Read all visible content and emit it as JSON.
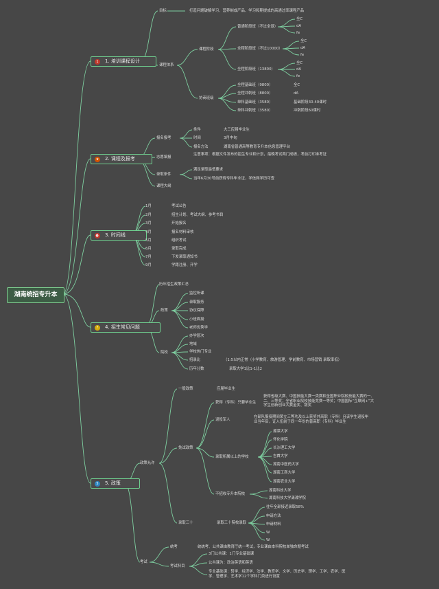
{
  "title": "湖南统招专升本",
  "s1": {
    "icon": "1",
    "label": "1. 培训课程设计",
    "goal": "目标",
    "goal_text": "打造问题破解学习、营养制成产品、学习和期提成的高通过率课程产品",
    "system": "课程体系",
    "ladder": "课程阶段",
    "basic": "普通阶段班（不过全退）",
    "basic_items": [
      "全C",
      "dA",
      "fe"
    ],
    "one": "全程阶段班（不过10000）",
    "one_items": [
      "全C",
      "dA",
      "fe"
    ],
    "vip": "全程阶段班（13800）",
    "vip_items": [
      "全C",
      "dA",
      "fe"
    ],
    "sale": "协商班级",
    "sale_rows": [
      {
        "a": "全程基础班（9800）",
        "b": "全C"
      },
      {
        "a": "全程冲刺班（8800）",
        "b": "dA"
      },
      {
        "a": "单科基础班（3580）",
        "b": "基础阶段30-40课时"
      },
      {
        "a": "单科冲刺班（3580）",
        "b": "冲刺阶段60课时"
      }
    ]
  },
  "s2": {
    "icon": "★",
    "label": "2. 课程及报考",
    "apply": "报名报考",
    "apply_items": [
      {
        "a": "条件",
        "b": "大三应届毕业生"
      },
      {
        "a": "时间",
        "b": "3月中旬"
      },
      {
        "a": "报名方法",
        "b": "湖南省普通高等教育专升本信息管理平台"
      }
    ],
    "exam": "志愿填报",
    "exam_text": "注意事项：根据文件发布的招生专业和计划，最晚考试两门成绩，考前打印准考证",
    "admit": "录取条件",
    "admit_items": [
      "满足录取最低要求",
      "当年6月30号前获得专科毕业证，学信网学历可查"
    ],
    "course": "课程大纲"
  },
  "s3": {
    "icon": "⏰",
    "label": "3. 时间线",
    "rows": [
      {
        "m": "1月",
        "t": "考试公告"
      },
      {
        "m": "2月",
        "t": "招生计划、考试大纲、参考书目"
      },
      {
        "m": "3月",
        "t": "开始报名"
      },
      {
        "m": "4月",
        "t": "报名材料审核"
      },
      {
        "m": "5月",
        "t": "组织考试"
      },
      {
        "m": "6月",
        "t": "录取完成"
      },
      {
        "m": "7月",
        "t": "下发录取通知书"
      },
      {
        "m": "9月",
        "t": "学籍注册、开学"
      }
    ]
  },
  "s4": {
    "icon": "?",
    "label": "4. 招生常见问题",
    "top": "历年招生政策汇总",
    "policy": "政策",
    "policy_items": [
      "监控听课",
      "录取服务",
      "协议保障",
      "小班面授",
      "老师优秀学"
    ],
    "school": "院校",
    "school_items": [
      "办学层次",
      "地域",
      "学校热门专业"
    ],
    "ratio_a": "招录比",
    "ratio_b": "（1:5以内正常（小学教育、旅游管理、学前教育、市场营销 录取率低）",
    "rate_a": "历年分数",
    "rate_b": "录取大学1比1-1比2"
  },
  "s5": {
    "icon": "5",
    "label": "5. 政策",
    "p": "政策允许",
    "normal": "一般政策",
    "normal_text": "应届毕业生",
    "cond": "免试政策",
    "c1": "获得（专科）只要毕业生",
    "c1_text": "获得省级大赛、中国技能大赛一类赛和全国职业院校技能大赛的一、二、三等奖；全省职业院校技能竞赛一等奖；中国国际“互联网+”大学生创新创业大赛金奖、银奖",
    "c2": "退役军人",
    "c2_text": "在部队服役期间荣立三等功及以上获奖并高职（专科）且该学生退役毕业当年后，证入伍前于同一年份的普高职（专科）毕业生",
    "c3": "录取所属以上的学校",
    "schools": [
      "湘潭大学",
      "怀化学院",
      "长沙理工大学",
      "吉首大学",
      "湖南中医药大学",
      "湖南工商大学",
      "湖南农业大学"
    ],
    "c4": "不招收专升本院校",
    "c4_items": [
      "湖南科技大学",
      "湖南科技大学潇湘学院"
    ],
    "admit": "录取三十",
    "admit_a": "录取三十院校录取",
    "admit_items": [
      "往年全部接近录取58%",
      "申请方法",
      "申请材料",
      "W",
      "W"
    ],
    "exam": "考试",
    "e1": "统考",
    "e1_text": "统统考、公共课由教育厅统一考试，专业课由本科院校单独命题考试",
    "e2": "考试科目",
    "e2_items": [
      "3门公共课：1门专业基础课",
      "公共课为：政治英语和英语"
    ],
    "e2_text": "专业基础课：哲学、经济学、法学、教育学、文学、历史学、理学、工学、农学、医学、管理学、艺术学12个学科门类进行设置"
  }
}
